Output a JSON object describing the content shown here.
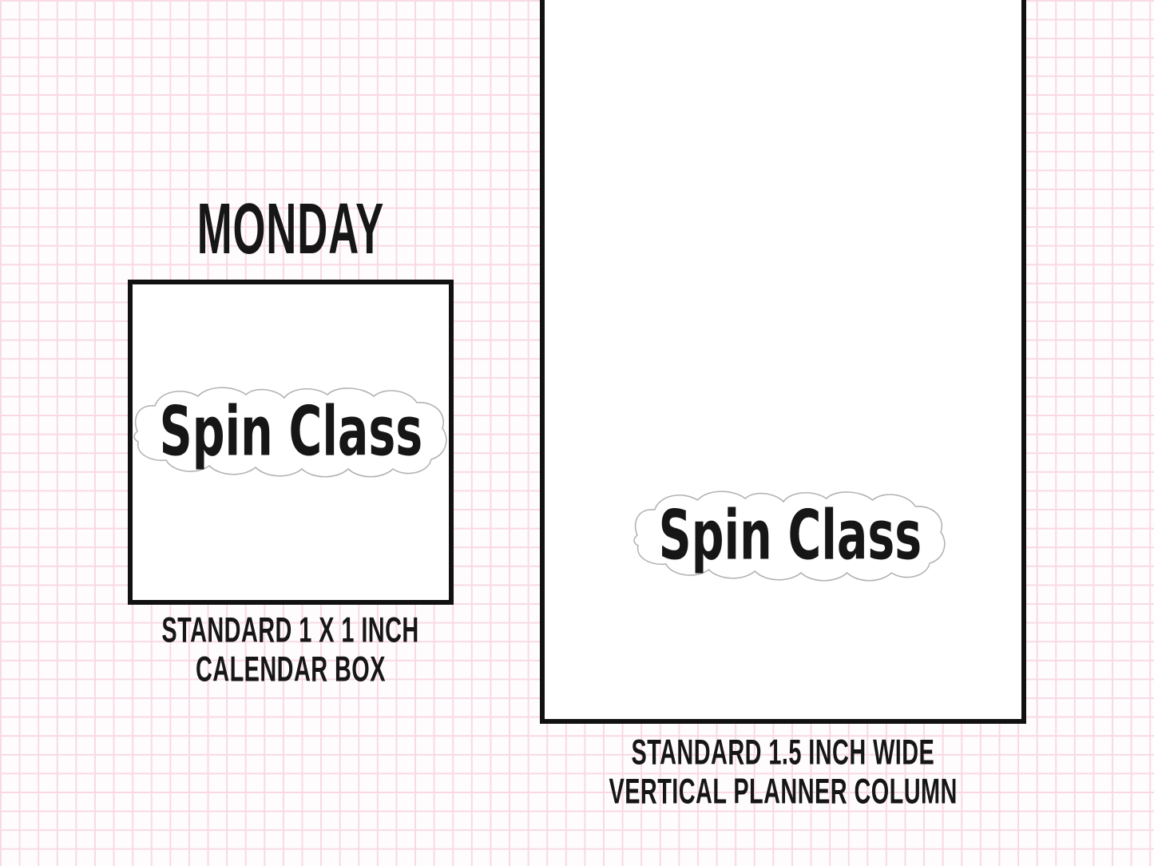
{
  "colors": {
    "background": "#fffcfd",
    "grid_line": "#f8d9e6",
    "box_border": "#111111",
    "text": "#161616",
    "sticker_fill": "#ffffff",
    "sticker_outline": "#b3b3b3"
  },
  "calendar_mockup": {
    "heading": "MONDAY",
    "sticker_label": "Spin Class",
    "caption_line1": "STANDARD 1 X 1 INCH",
    "caption_line2": "CALENDAR BOX"
  },
  "column_mockup": {
    "sticker_label": "Spin Class",
    "caption_line1": "STANDARD 1.5 INCH WIDE",
    "caption_line2": "VERTICAL PLANNER COLUMN"
  }
}
